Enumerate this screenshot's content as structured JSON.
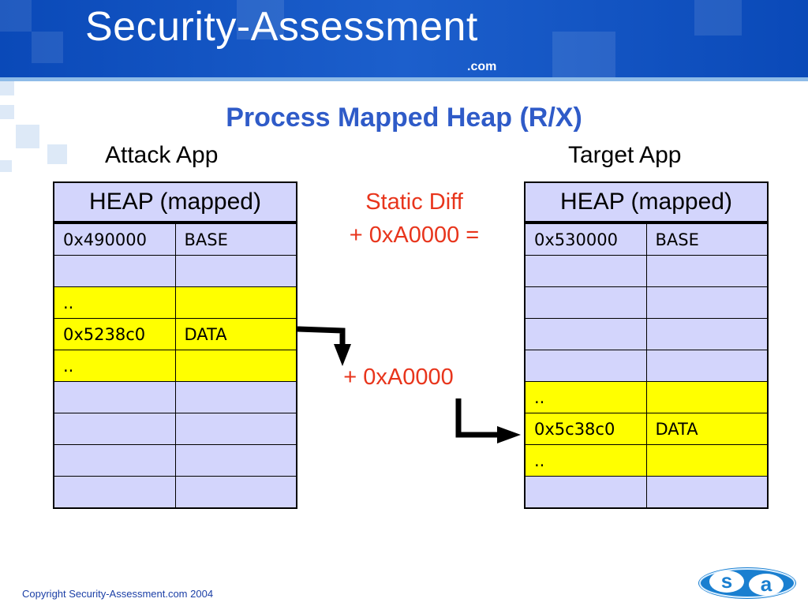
{
  "header": {
    "brand": "Security-Assessment",
    "brand_suffix": ".com"
  },
  "slide": {
    "title": "Process Mapped Heap (R/X)"
  },
  "attack_app": {
    "label": "Attack App",
    "table_header": "HEAP (mapped)",
    "rows": [
      {
        "address": "0x490000",
        "value": "BASE",
        "highlight": false
      },
      {
        "address": "",
        "value": "",
        "highlight": false
      },
      {
        "address": "..",
        "value": "",
        "highlight": true
      },
      {
        "address": "0x5238c0",
        "value": "DATA",
        "highlight": true
      },
      {
        "address": "..",
        "value": "",
        "highlight": true
      },
      {
        "address": "",
        "value": "",
        "highlight": false
      },
      {
        "address": "",
        "value": "",
        "highlight": false
      },
      {
        "address": "",
        "value": "",
        "highlight": false
      },
      {
        "address": "",
        "value": "",
        "highlight": false
      }
    ]
  },
  "target_app": {
    "label": "Target App",
    "table_header": "HEAP (mapped)",
    "rows": [
      {
        "address": "0x530000",
        "value": "BASE",
        "highlight": false
      },
      {
        "address": "",
        "value": "",
        "highlight": false
      },
      {
        "address": "",
        "value": "",
        "highlight": false
      },
      {
        "address": "",
        "value": "",
        "highlight": false
      },
      {
        "address": "",
        "value": "",
        "highlight": false
      },
      {
        "address": "..",
        "value": "",
        "highlight": true
      },
      {
        "address": "0x5c38c0",
        "value": "DATA",
        "highlight": true
      },
      {
        "address": "..",
        "value": "",
        "highlight": true
      },
      {
        "address": "",
        "value": "",
        "highlight": false
      }
    ]
  },
  "diff": {
    "label": "Static Diff",
    "value": "+ 0xA0000 =",
    "offset": "+ 0xA0000"
  },
  "footer": {
    "copyright": "Copyright Security-Assessment.com 2004",
    "logo_letters": [
      "s",
      "a"
    ]
  },
  "colors": {
    "header_blue": "#0a49b8",
    "title_blue": "#2f5bc8",
    "cell_lavender": "#d3d5fc",
    "highlight_yellow": "#ffff00",
    "accent_red": "#e8351c",
    "logo_blue": "#1a7fd0"
  }
}
